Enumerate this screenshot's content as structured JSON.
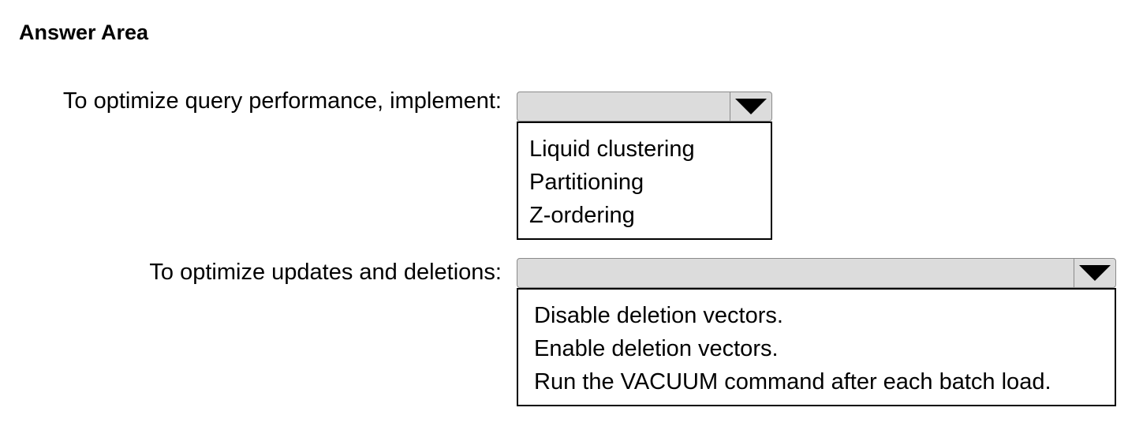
{
  "answer_area": {
    "title": "Answer Area"
  },
  "questions": [
    {
      "label": "To optimize query performance, implement:",
      "selected": "",
      "options": [
        "Liquid clustering",
        "Partitioning",
        "Z-ordering"
      ]
    },
    {
      "label": "To optimize updates and deletions:",
      "selected": "",
      "options": [
        "Disable deletion vectors.",
        "Enable deletion vectors.",
        "Run the VACUUM command after each batch load."
      ]
    }
  ],
  "colors": {
    "dropdown_fill": "#dcdcdc",
    "dropdown_border": "#8a8a8a",
    "options_border": "#000000"
  },
  "icons": {
    "dropdown_arrow": "triangle-down-icon"
  }
}
